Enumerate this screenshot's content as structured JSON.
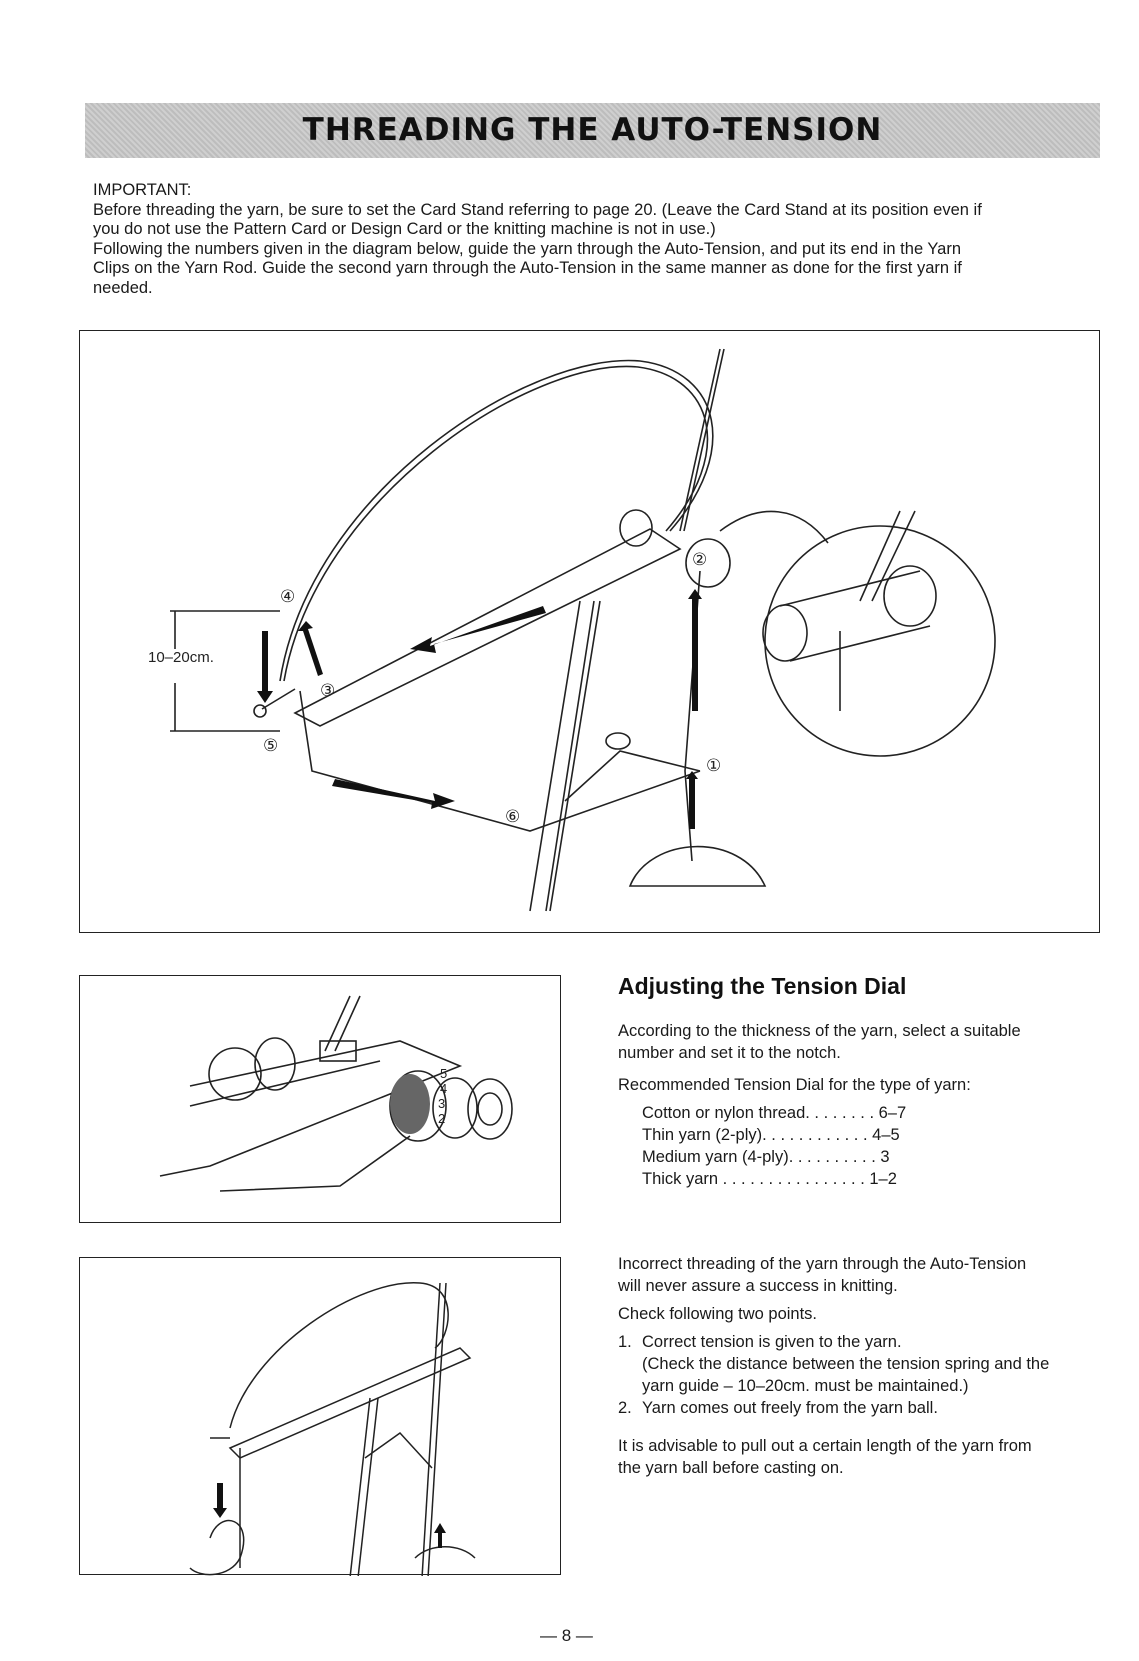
{
  "header": {
    "title": "THREADING THE AUTO-TENSION"
  },
  "intro": {
    "important_label": "IMPORTANT:",
    "line1": "Before threading the yarn, be sure to set the Card Stand referring to page 20. (Leave the Card Stand at its position even if",
    "line2": "you do not use the Pattern Card or Design Card or the knitting machine is not in use.)",
    "line3": "Following the numbers given in the diagram below, guide the yarn through the Auto-Tension, and put its end in the Yarn",
    "line4": "Clips on the Yarn Rod. Guide the second yarn through the Auto-Tension in the same manner as done for the first yarn if",
    "line5": "needed."
  },
  "diagram": {
    "distance_label": "10–20cm.",
    "step1": "①",
    "step2": "②",
    "step3": "③",
    "step4": "④",
    "step5": "⑤",
    "step6": "⑥"
  },
  "dial_figure": {
    "n2": "2",
    "n3": "3",
    "n4": "4",
    "n5": "5"
  },
  "section": {
    "heading": "Adjusting the Tension Dial",
    "p1_l1": "According to the thickness of the yarn, select a suitable",
    "p1_l2": "number and set it to the notch.",
    "p2": "Recommended Tension Dial for the type of yarn:",
    "rows": [
      {
        "text": "Cotton or nylon thread. . . . . . . . 6–7"
      },
      {
        "text": "Thin yarn (2-ply). . . . . . . . . . . . 4–5"
      },
      {
        "text": "Medium yarn (4-ply). . . . . . . . . . 3"
      },
      {
        "text": "Thick yarn . . . . . . . . . . . . . . . . 1–2"
      }
    ],
    "p3_l1": "Incorrect threading of the yarn through the Auto-Tension",
    "p3_l2": "will never assure a success in knitting.",
    "p4": "Check following two points.",
    "item1_num": "1.",
    "item1": "Correct tension is given to the yarn.",
    "item1_c1": "(Check the distance between the tension spring and the",
    "item1_c2": "yarn guide – 10–20cm. must be maintained.)",
    "item2_num": "2.",
    "item2": "Yarn comes out freely from the yarn ball.",
    "p5_l1": "It is advisable to pull out a certain length of the yarn from",
    "p5_l2": "the yarn ball before casting on."
  },
  "footer": {
    "page": "— 8 —"
  }
}
